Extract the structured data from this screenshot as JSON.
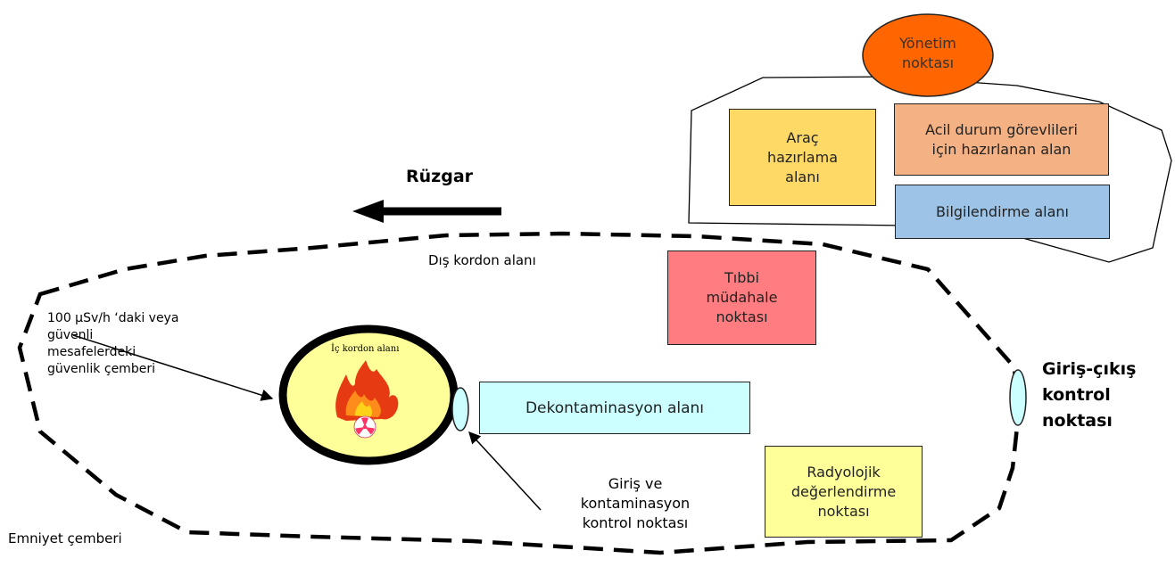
{
  "diagram": {
    "management_point": "Yönetim\nnoktası",
    "vehicle_area": "Araç\nhazırlama\nalanı",
    "responders_area": "Acil durum görevlileri\niçin hazırlanan alan",
    "info_area": "Bilgilendirme alanı",
    "wind_label": "Rüzgar",
    "outer_cordon_label": "Dış kordon alanı",
    "medical_point": "Tıbbi\nmüdahale\nnoktası",
    "safety_ring_note": "100 µSv/h ‘daki veya\ngüvenli\nmesafelerdeki\ngüvenlik çemberi",
    "inner_cordon_label": "İç kordon alanı",
    "decon_area": "Dekontaminasyon alanı",
    "entry_contam_note": "Giriş ve\nkontaminasyon\nkontrol  noktası",
    "radiological_point": "Radyolojik\ndeğerlendirme\nnoktası",
    "entry_exit_point": "Giriş-çıkış\nkontrol\nnoktası",
    "safety_perimeter_label": "Emniyet çemberi"
  },
  "colors": {
    "management": "#ff6600",
    "vehicle": "#ffd966",
    "responders": "#f4b183",
    "info": "#9dc3e6",
    "medical": "#ff7c80",
    "decon": "#ccffff",
    "radiological": "#ffff99",
    "inner_circle": "#ffff99",
    "ellipse_marker": "#ccffff"
  }
}
